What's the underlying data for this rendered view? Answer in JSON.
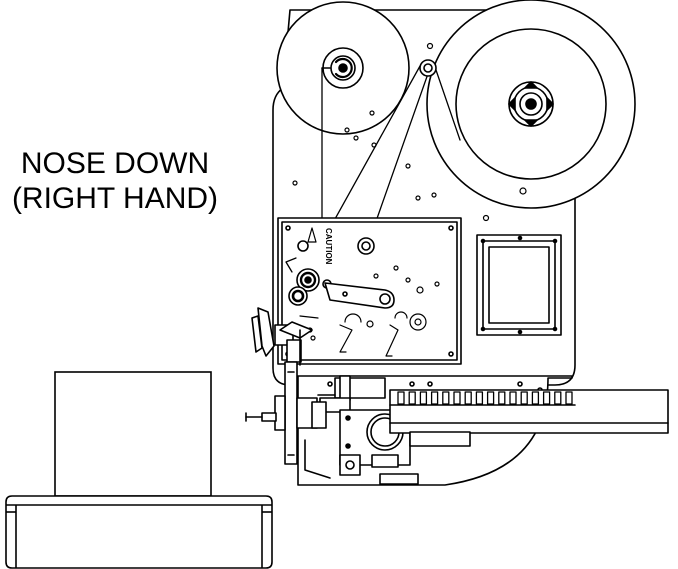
{
  "labels": {
    "orientation_line1": "NOSE DOWN",
    "orientation_line2": "(RIGHT HAND)",
    "caution": "CAUTION"
  },
  "colors": {
    "line": "#000000",
    "background": "#ffffff",
    "fill": "#ffffff"
  }
}
